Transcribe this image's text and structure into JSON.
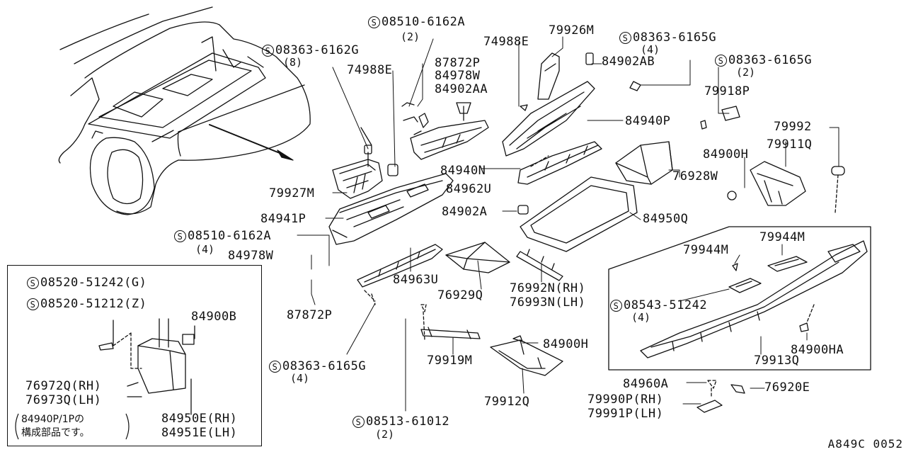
{
  "diagram": {
    "code": "A849C 0052",
    "inset_note_line1": "84940P/1Pの",
    "inset_note_line2": "構成部品です。"
  },
  "callouts": {
    "c1_num": "08510-6162A",
    "c1_qty": "(2)",
    "c2_num": "08363-6162G",
    "c2_qty": "(8)",
    "c3": "87872P",
    "c4": "74988E",
    "c5": "84978W",
    "c6": "84902AA",
    "c7": "74988E",
    "c8": "79926M",
    "c9": "84902AB",
    "c10_num": "08363-6165G",
    "c10_qty": "(4)",
    "c11_num": "08363-6165G",
    "c11_qty": "(2)",
    "c12": "79918P",
    "c13": "84940P",
    "c14": "79992",
    "c15": "84900H",
    "c16": "79911Q",
    "c17": "84940N",
    "c18": "84962U",
    "c19": "76928W",
    "c20": "79927M",
    "c21": "84902A",
    "c22": "84950Q",
    "c23": "84941P",
    "c24_num": "08510-6162A",
    "c24_qty": "(4)",
    "c25": "84978W",
    "c26": "84963U",
    "c27": "76929Q",
    "c28": "76992N(RH)",
    "c29": "76993N(LH)",
    "c30": "79944M",
    "c31": "79944M",
    "c32_num": "08543-51242",
    "c32_qty": "(4)",
    "c33": "87872P",
    "c34": "84900B",
    "c35_num": "08520-51242",
    "c35_suffix": "(G)",
    "c36_num": "08520-51212",
    "c36_suffix": "(Z)",
    "c37": "76972Q(RH)",
    "c38": "76973Q(LH)",
    "c39": "84950E(RH)",
    "c40": "84951E(LH)",
    "c41_num": "08363-6165G",
    "c41_qty": "(4)",
    "c42": "79919M",
    "c43": "84900H",
    "c44": "79913Q",
    "c45": "84900HA",
    "c46": "79912Q",
    "c47": "84960A",
    "c48": "76920E",
    "c49": "79990P(RH)",
    "c50": "79991P(LH)",
    "c51_num": "08513-61012",
    "c51_qty": "(2)",
    "s_symbol": "S"
  }
}
